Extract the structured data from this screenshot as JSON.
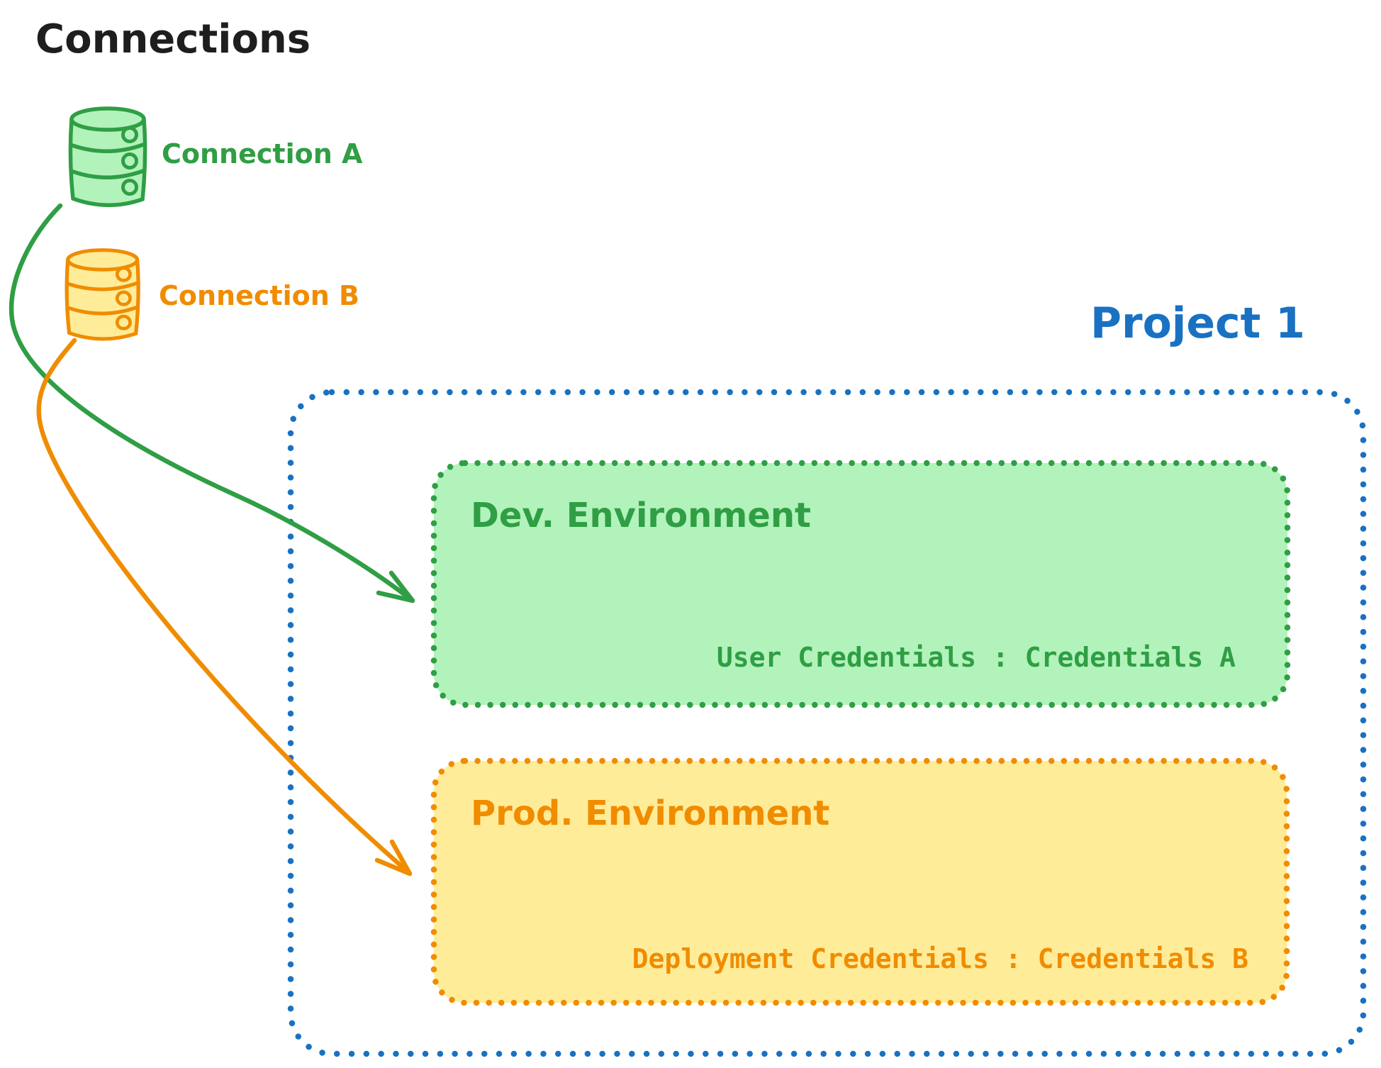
{
  "canvas": {
    "background": "#ffffff"
  },
  "colors": {
    "title_text": "#1e1e1e",
    "green_stroke": "#2f9e44",
    "green_fill": "#b2f2bb",
    "orange_stroke": "#f08c00",
    "orange_fill": "#ffec99",
    "blue_stroke": "#1971c2"
  },
  "connections_panel": {
    "title": "Connections",
    "items": [
      {
        "icon": "database-icon",
        "label": "Connection A",
        "color": "#2f9e44"
      },
      {
        "icon": "database-icon",
        "label": "Connection B",
        "color": "#f08c00"
      }
    ]
  },
  "project": {
    "title": "Project 1",
    "environments": [
      {
        "name": "Dev. Environment",
        "credentials_label": "User Credentials : Credentials A",
        "stroke": "#2f9e44",
        "fill": "#b2f2bb"
      },
      {
        "name": "Prod. Environment",
        "credentials_label": "Deployment Credentials : Credentials B",
        "stroke": "#f08c00",
        "fill": "#ffec99"
      }
    ]
  },
  "arrows": [
    {
      "from": "Connection A",
      "to": "Dev. Environment",
      "color": "#2f9e44"
    },
    {
      "from": "Connection B",
      "to": "Prod. Environment",
      "color": "#f08c00"
    }
  ]
}
